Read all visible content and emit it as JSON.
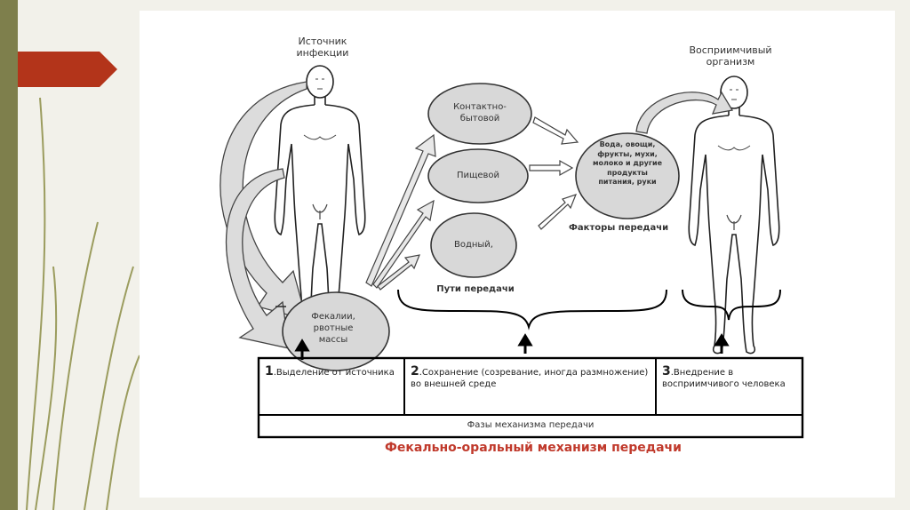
{
  "labels": {
    "source": "Источник инфекции",
    "recipient": "Восприимчивый организм",
    "feces": "Фекалии, рвотные массы",
    "contact": "Контактно-бытовой",
    "food": "Пищевой",
    "water": "Водный,",
    "factors": "Вода, овощи, фрукты, мухи, молоко и другие продукты питания, руки",
    "routes_caption": "Пути передачи",
    "factors_caption": "Факторы передачи"
  },
  "phases": [
    {
      "num": "1",
      "text": ".Выделение от источника"
    },
    {
      "num": "2",
      "text": ".Сохранение (созревание, иногда размножение) во внешней среде"
    },
    {
      "num": "3",
      "text": ".Внедрение в восприимчивого человека"
    }
  ],
  "phases_caption": "Фазы механизма передачи",
  "title": "Фекально-оральный механизм передачи",
  "colors": {
    "accent_red": "#b3341a",
    "title_red": "#c0392b",
    "ellipse_fill": "#d8d8d8",
    "olive": "#8c8a4e"
  }
}
